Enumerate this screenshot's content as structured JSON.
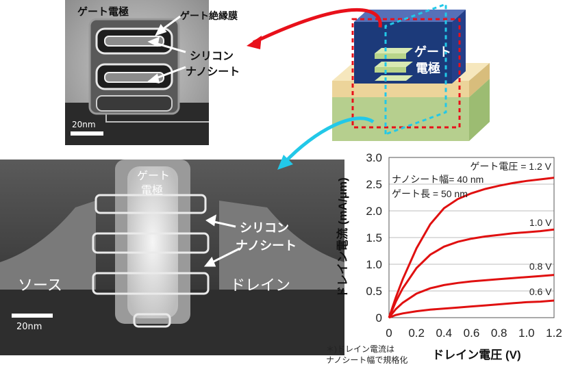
{
  "tem_top": {
    "gate_electrode": "ゲート電極",
    "gate_insulator": "ゲート絶縁膜",
    "nanosheet_line1": "シリコン",
    "nanosheet_line2": "ナノシート",
    "scale_bar": "20nm"
  },
  "tem_bottom": {
    "gate_line1": "ゲート",
    "gate_line2": "電極",
    "nanosheet_line1": "シリコン",
    "nanosheet_line2": "ナノシート",
    "source": "ソース",
    "drain": "ドレイン",
    "scale_bar": "20nm"
  },
  "device3d": {
    "gate_line1": "ゲート",
    "gate_line2": "電極"
  },
  "colors": {
    "red_arrow": "#e8101a",
    "cyan_arrow": "#22c8e8",
    "gate_blue": "#1c3a7a",
    "curve_red": "#e01010"
  },
  "chart_data": {
    "type": "line",
    "xlabel": "ドレイン電圧 (V)",
    "ylabel": "ドレイン電流 (mA/μm)",
    "xlim": [
      0,
      1.2
    ],
    "ylim": [
      0,
      3.0
    ],
    "xticks": [
      "0",
      "0.2",
      "0.4",
      "0.6",
      "0.8",
      "1.0",
      "1.2"
    ],
    "yticks": [
      "0",
      "0.5",
      "1.0",
      "1.5",
      "2.0",
      "2.5",
      "3.0"
    ],
    "grid": "horizontal",
    "annotations": {
      "gate_voltage": "ゲート電圧 = 1.2 V",
      "width": "ナノシート幅= 40 nm",
      "length": "ゲート長 = 50 nm",
      "footnote_line1": "＊)ドレイン電流は",
      "footnote_line2": "ナノシート幅で規格化"
    },
    "series": [
      {
        "name": "1.2 V",
        "x": [
          0,
          0.05,
          0.1,
          0.2,
          0.3,
          0.4,
          0.5,
          0.6,
          0.7,
          0.8,
          0.9,
          1.0,
          1.1,
          1.2
        ],
        "values": [
          0,
          0.38,
          0.72,
          1.3,
          1.75,
          2.05,
          2.22,
          2.33,
          2.41,
          2.47,
          2.52,
          2.56,
          2.59,
          2.62
        ]
      },
      {
        "name": "1.0 V",
        "x": [
          0,
          0.05,
          0.1,
          0.2,
          0.3,
          0.4,
          0.5,
          0.6,
          0.7,
          0.8,
          0.9,
          1.0,
          1.1,
          1.2
        ],
        "values": [
          0,
          0.3,
          0.55,
          0.93,
          1.18,
          1.33,
          1.42,
          1.48,
          1.52,
          1.55,
          1.58,
          1.6,
          1.62,
          1.65
        ]
      },
      {
        "name": "0.8 V",
        "x": [
          0,
          0.05,
          0.1,
          0.2,
          0.3,
          0.4,
          0.5,
          0.6,
          0.7,
          0.8,
          0.9,
          1.0,
          1.1,
          1.2
        ],
        "values": [
          0,
          0.16,
          0.28,
          0.45,
          0.55,
          0.61,
          0.65,
          0.68,
          0.7,
          0.72,
          0.74,
          0.76,
          0.78,
          0.8
        ]
      },
      {
        "name": "0.6 V",
        "x": [
          0,
          0.05,
          0.1,
          0.2,
          0.3,
          0.4,
          0.5,
          0.6,
          0.7,
          0.8,
          0.9,
          1.0,
          1.1,
          1.2
        ],
        "values": [
          0,
          0.05,
          0.08,
          0.12,
          0.15,
          0.17,
          0.19,
          0.21,
          0.23,
          0.25,
          0.27,
          0.29,
          0.3,
          0.32
        ]
      }
    ]
  }
}
